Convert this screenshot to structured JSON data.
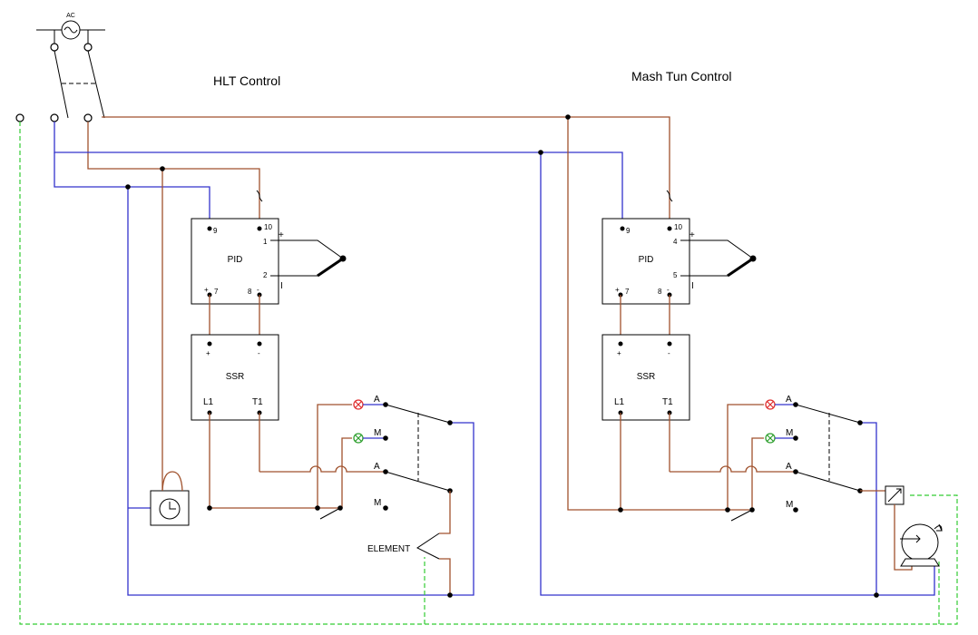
{
  "source": {
    "label": "AC"
  },
  "hlt": {
    "title": "HLT Control",
    "pid": {
      "name": "PID",
      "pins": {
        "p9": "9",
        "p10": "10",
        "p1": "1",
        "p2": "2",
        "p7": "7",
        "p8": "8",
        "plus": "+",
        "minus": "-"
      }
    },
    "tc": {
      "plus": "+",
      "minus": "I"
    },
    "ssr": {
      "name": "SSR",
      "plus": "+",
      "minus": "-",
      "l1": "L1",
      "t1": "T1"
    },
    "switch_labels": {
      "a1": "A",
      "m1": "M",
      "a2": "A",
      "m2": "M"
    },
    "element_label": "ELEMENT"
  },
  "mash": {
    "title": "Mash Tun Control",
    "pid": {
      "name": "PID",
      "pins": {
        "p9": "9",
        "p10": "10",
        "p4": "4",
        "p5": "5",
        "p7": "7",
        "p8": "8",
        "plus": "+",
        "minus": "-"
      }
    },
    "tc": {
      "plus": "+",
      "minus": "I"
    },
    "ssr": {
      "name": "SSR",
      "plus": "+",
      "minus": "-",
      "l1": "L1",
      "t1": "T1"
    },
    "switch_labels": {
      "a1": "A",
      "m1": "M",
      "a2": "A",
      "m2": "M"
    }
  },
  "colors": {
    "blue_wire": "#3333cc",
    "brown_wire": "#a0522d",
    "ground": "#33cc33",
    "lamp_auto": "#e03030",
    "lamp_manual": "#30a030"
  }
}
